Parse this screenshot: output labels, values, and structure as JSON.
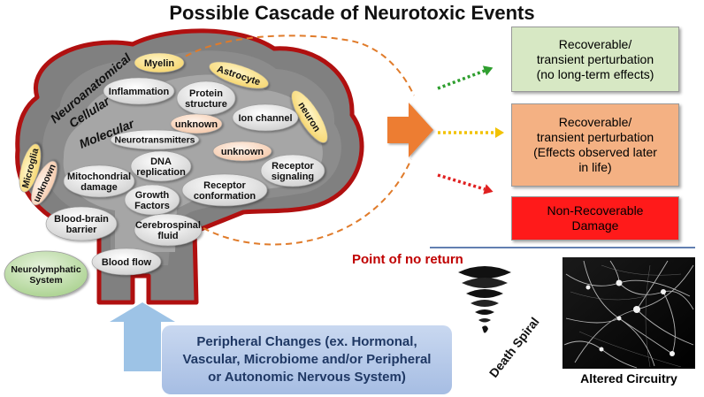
{
  "title": "Possible Cascade of Neurotoxic Events",
  "levels": {
    "neuroanatomical": "Neuroanatomical",
    "cellular": "Cellular",
    "molecular": "Molecular"
  },
  "brain_items": [
    {
      "id": "myelin",
      "label": "Myelin",
      "tone": "yellow"
    },
    {
      "id": "astrocyte",
      "label": "Astrocyte",
      "tone": "yellow"
    },
    {
      "id": "neuron",
      "label": "neuron",
      "tone": "yellow"
    },
    {
      "id": "microglia",
      "label": "Microglia",
      "tone": "yellow"
    },
    {
      "id": "unknown-left",
      "label": "unknown",
      "tone": "peach"
    },
    {
      "id": "inflammation",
      "label": "Inflammation",
      "tone": "white"
    },
    {
      "id": "protein-structure",
      "label": "Protein\nstructure",
      "tone": "white"
    },
    {
      "id": "unknown-top",
      "label": "unknown",
      "tone": "peach"
    },
    {
      "id": "ion-channel",
      "label": "Ion channel",
      "tone": "white"
    },
    {
      "id": "neurotransmitters",
      "label": "Neurotransmitters",
      "tone": "white"
    },
    {
      "id": "unknown-mid",
      "label": "unknown",
      "tone": "peach"
    },
    {
      "id": "dna-replication",
      "label": "DNA\nreplication",
      "tone": "white"
    },
    {
      "id": "mitochondrial-damage",
      "label": "Mitochondrial\ndamage",
      "tone": "white"
    },
    {
      "id": "receptor-signaling",
      "label": "Receptor\nsignaling",
      "tone": "white"
    },
    {
      "id": "receptor-conformation",
      "label": "Receptor\nconformation",
      "tone": "white"
    },
    {
      "id": "growth-factors",
      "label": "Growth\nFactors",
      "tone": "white"
    },
    {
      "id": "blood-brain-barrier",
      "label": "Blood-brain\nbarrier",
      "tone": "white"
    },
    {
      "id": "cerebrospinal-fluid",
      "label": "Cerebrospinal\nfluid",
      "tone": "white"
    },
    {
      "id": "blood-flow",
      "label": "Blood flow",
      "tone": "white"
    }
  ],
  "neurolymphatic": "Neurolymphatic\nSystem",
  "outcomes": [
    {
      "id": "recoverable-no-effects",
      "text": "Recoverable/\ntransient perturbation\n(no long-term effects)",
      "fill": "#d7e8c4",
      "arrow": "#2e9e2e"
    },
    {
      "id": "recoverable-later",
      "text": "Recoverable/\ntransient perturbation\n(Effects observed later\nin life)",
      "fill": "#f4b183",
      "arrow": "#f2c200"
    },
    {
      "id": "non-recoverable",
      "text": "Non-Recoverable\nDamage",
      "fill": "#ff1a1a",
      "arrow": "#e02020"
    }
  ],
  "point_of_no_return": "Point of no return",
  "peripheral_changes": "Peripheral Changes (ex. Hormonal,\nVascular, Microbiome and/or Peripheral\nor Autonomic Nervous System)",
  "death_spiral": "Death Spiral",
  "altered_circuitry": "Altered Circuitry",
  "colors": {
    "brain_outline": "#b01010",
    "brain_fill": "#808080",
    "level_cellular": "#8c8c8c",
    "level_molecular": "#a6a6a6",
    "ellipse_white": "#f0f0f0",
    "ellipse_yellow": "#ffe699",
    "ellipse_peach": "#fbe1cf",
    "neurolymphatic": "#c5e0b3",
    "point_of_no_return": "#c00000",
    "dashed_path": "#e07b2a",
    "big_arrow": "#ed7d31",
    "divider": "#2f5597",
    "peripheral_fill": "#b4c7e7",
    "up_arrow": "#9dc3e6"
  }
}
